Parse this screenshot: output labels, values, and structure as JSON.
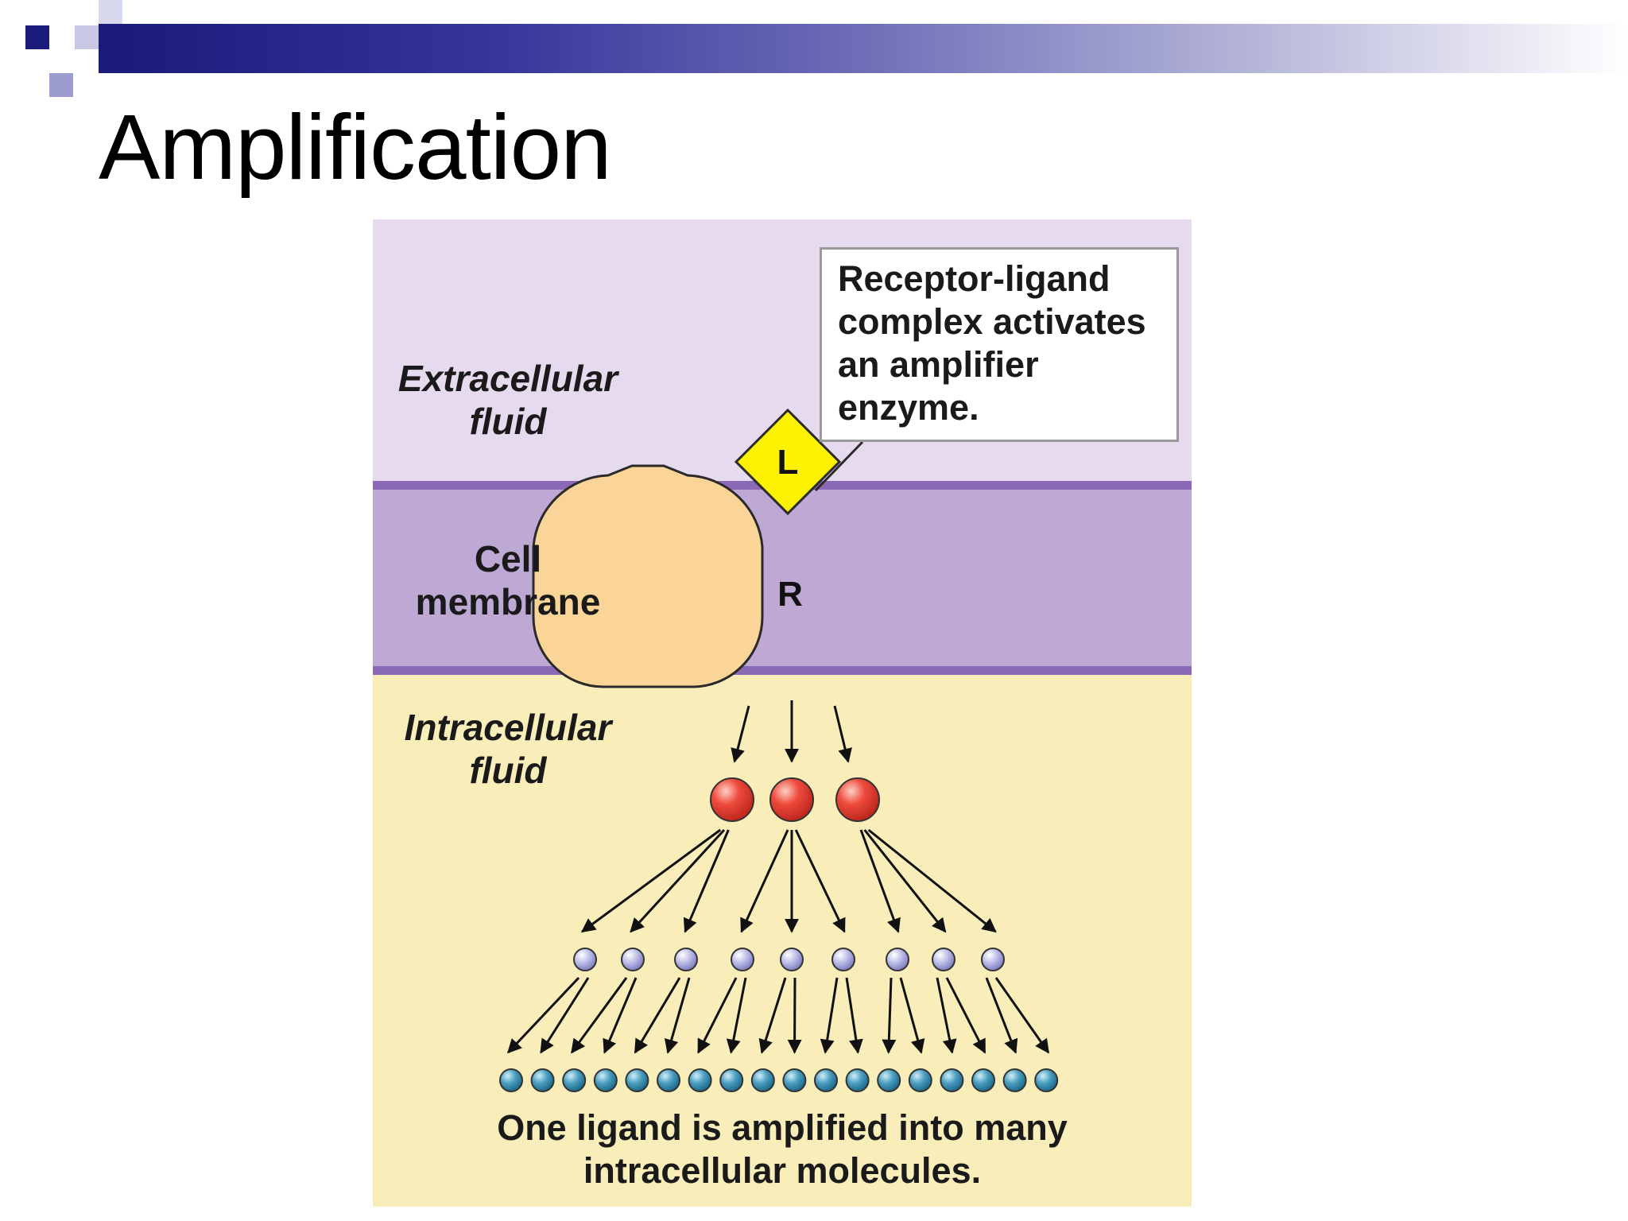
{
  "slide": {
    "title": "Amplification"
  },
  "diagram": {
    "regions": {
      "extracellular": "Extracellular\nfluid",
      "membrane": "Cell\nmembrane",
      "intracellular": "Intracellular\nfluid"
    },
    "ligand_label": "L",
    "receptor_label": "R",
    "callout": "Receptor-ligand\ncomplex activates\nan amplifier\nenzyme.",
    "caption": "One ligand is amplified into many\nintracellular molecules.",
    "colors": {
      "extracellular": "#e6daee",
      "membrane": "#bda9d4",
      "membrane_edge": "#8a6ab4",
      "intracellular": "#f9edba",
      "receptor": "#fbd598",
      "ligand": "#fff200",
      "amplifier_enzyme": "#e83a3a",
      "second_tier": "#b8b8e6",
      "final_molecules": "#3e8fb0",
      "header_band_start": "#1a1a7a"
    }
  }
}
